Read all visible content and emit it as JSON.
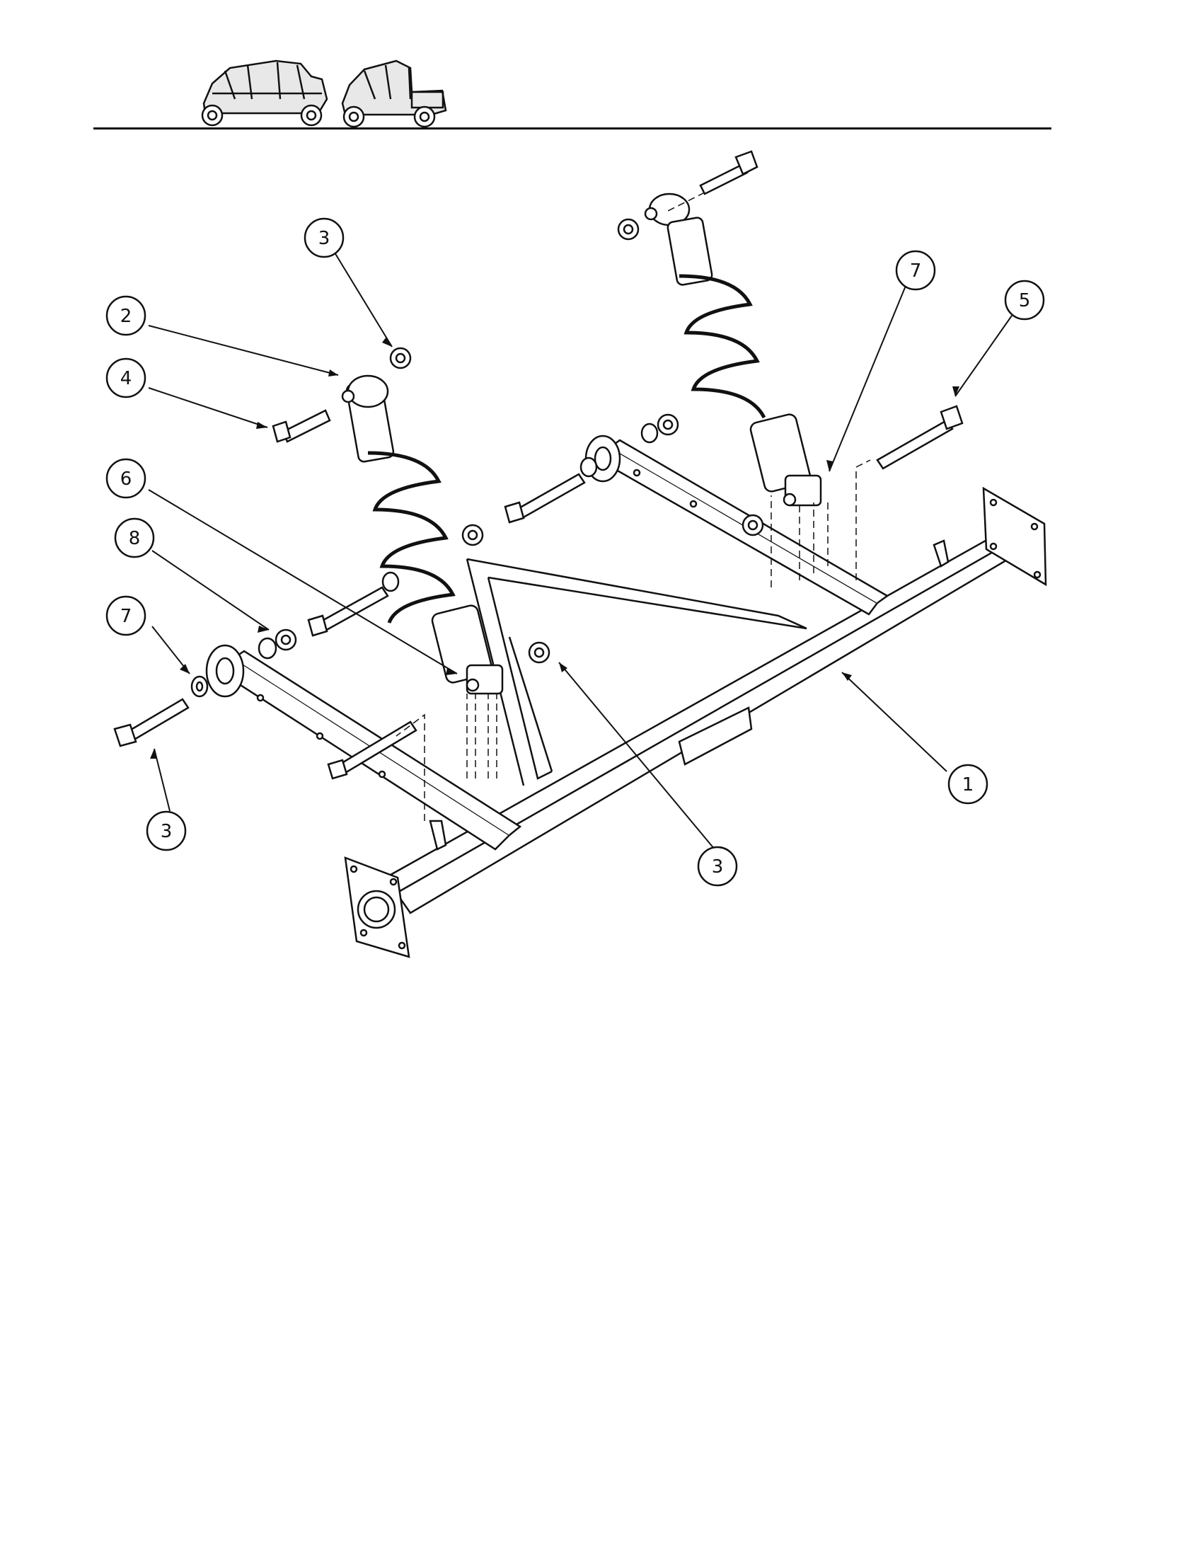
{
  "callouts": [
    {
      "label": "1",
      "part": "axle-frame"
    },
    {
      "label": "2",
      "part": "upper-shock-bushing"
    },
    {
      "label": "3",
      "part": "upper-shock-nut"
    },
    {
      "label": "3",
      "part": "trailing-arm-nut"
    },
    {
      "label": "3",
      "part": "lower-shock-nut"
    },
    {
      "label": "4",
      "part": "trailing-arm-bolt"
    },
    {
      "label": "5",
      "part": "upper-shock-bolt"
    },
    {
      "label": "6",
      "part": "right-lower-shock-bolt"
    },
    {
      "label": "7",
      "part": "left-lower-shock-eye"
    },
    {
      "label": "7",
      "part": "right-lower-shock-eye"
    },
    {
      "label": "8",
      "part": "trailing-arm-washer"
    }
  ],
  "colors": {
    "ink": "#111111",
    "paper": "#ffffff"
  },
  "header_icons": [
    "four-seat-vehicle-icon",
    "utility-vehicle-icon"
  ]
}
